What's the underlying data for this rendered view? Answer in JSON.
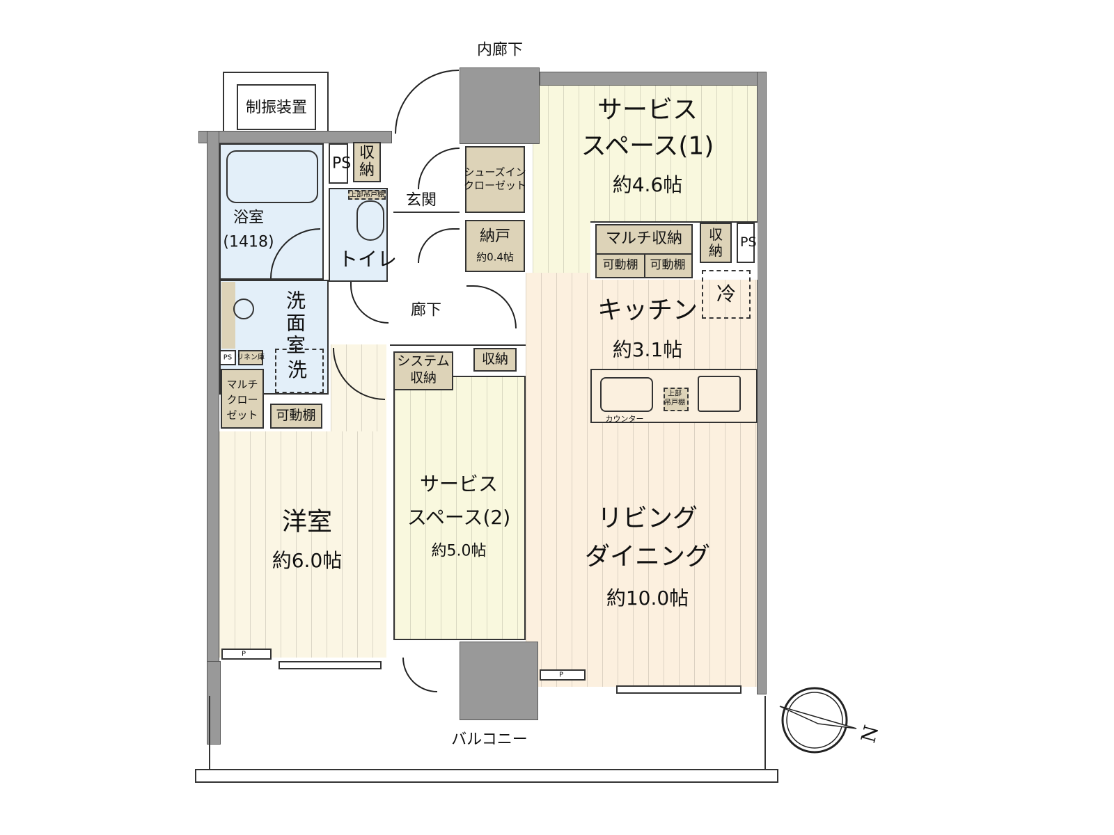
{
  "plan": {
    "corridor_label": "内廊下",
    "balcony_label": "バルコニー",
    "damper_label": "制振装置",
    "compass_label": "N",
    "rooms": {
      "service_space_1": {
        "name": "サービス\nスペース(1)",
        "line1": "サービス",
        "line2": "スペース(1)",
        "area": "約4.6帖"
      },
      "service_space_2": {
        "line1": "サービス",
        "line2": "スペース(2)",
        "area": "約5.0帖"
      },
      "western_room": {
        "name": "洋室",
        "area": "約6.0帖"
      },
      "living_dining": {
        "line1": "リビング",
        "line2": "ダイニング",
        "area": "約10.0帖"
      },
      "kitchen": {
        "name": "キッチン",
        "area": "約3.1帖"
      },
      "bathroom": {
        "name": "浴室",
        "size": "(1418)"
      },
      "toilet": {
        "name": "トイレ"
      },
      "washroom": {
        "name": "洗面室",
        "laundry": "洗"
      },
      "entrance": {
        "name": "玄関"
      },
      "hallway": {
        "name": "廊下"
      },
      "storeroom": {
        "name": "納戸",
        "area": "約0.4帖"
      }
    },
    "storage": {
      "ps": "PS",
      "storage": "収納",
      "shoes_in_closet_1": "シューズイン",
      "shoes_in_closet_2": "クローゼット",
      "multi_storage": "マルチ収納",
      "movable_shelf": "可動棚",
      "system_storage_1": "システム",
      "system_storage_2": "収納",
      "multi_closet_1": "マルチ",
      "multi_closet_2": "クロー",
      "multi_closet_3": "ゼット",
      "linen": "リネン庫",
      "upper_cabinet_1": "上部",
      "upper_cabinet_2": "吊戸棚",
      "upper_cabinet_toilet": "上部吊戸棚",
      "fridge": "冷",
      "counter": "カウンター",
      "pipe": "P"
    }
  }
}
